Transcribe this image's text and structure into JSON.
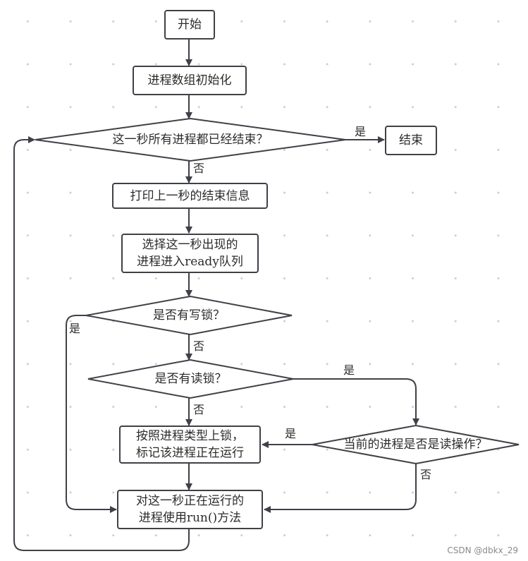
{
  "nodes": {
    "start": "开始",
    "init": "进程数组初始化",
    "all_finished": "这一秒所有进程都已经结束？",
    "end": "结束",
    "print_finished": "打印上一秒的结束信息",
    "select_line1": "选择这一秒出现的",
    "select_line2": "进程进入ready队列",
    "has_write_lock": "是否有写锁？",
    "has_read_lock": "是否有读锁？",
    "lock_line1": "按照进程类型上锁，",
    "lock_line2": "标记该进程正在运行",
    "is_read_op": "当前的进程是否是读操作？",
    "run_line1": "对这一秒正在运行的",
    "run_line2": "进程使用run()方法"
  },
  "edge_labels": {
    "yes_end": "是",
    "no_print": "否",
    "yes_write": "是",
    "no_write": "否",
    "yes_read": "是",
    "no_read": "否",
    "yes_readop": "是",
    "no_readop": "否"
  },
  "watermark": "CSDN @dbkx_29",
  "colors": {
    "stroke": "#3f4147",
    "text": "#2b2b2b",
    "grid_dot": "#c9ccd1"
  }
}
